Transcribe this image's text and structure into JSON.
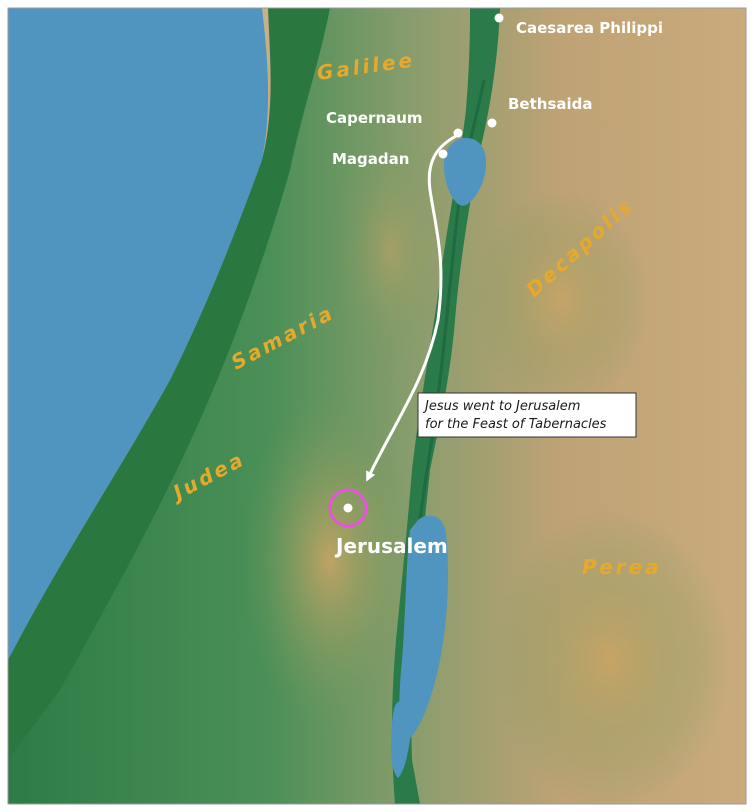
{
  "map": {
    "regions": {
      "galilee": "Galilee",
      "samaria": "Samaria",
      "judea": "Judea",
      "decapolis": "Decapolis",
      "perea": "Perea"
    },
    "places": {
      "caesarea_philippi": "Caesarea Philippi",
      "bethsaida": "Bethsaida",
      "capernaum": "Capernaum",
      "magadan": "Magadan",
      "jerusalem": "Jerusalem"
    },
    "annotation": {
      "line1": "Jesus went to Jerusalem",
      "line2": "for the Feast of Tabernacles"
    },
    "colors": {
      "sea": "#4f95c0",
      "lowland": "#2f7a45",
      "upland": "#7aa86a",
      "highland": "#c7a66a",
      "region_label": "#e7a92c",
      "highlight": "#e455d8"
    }
  }
}
